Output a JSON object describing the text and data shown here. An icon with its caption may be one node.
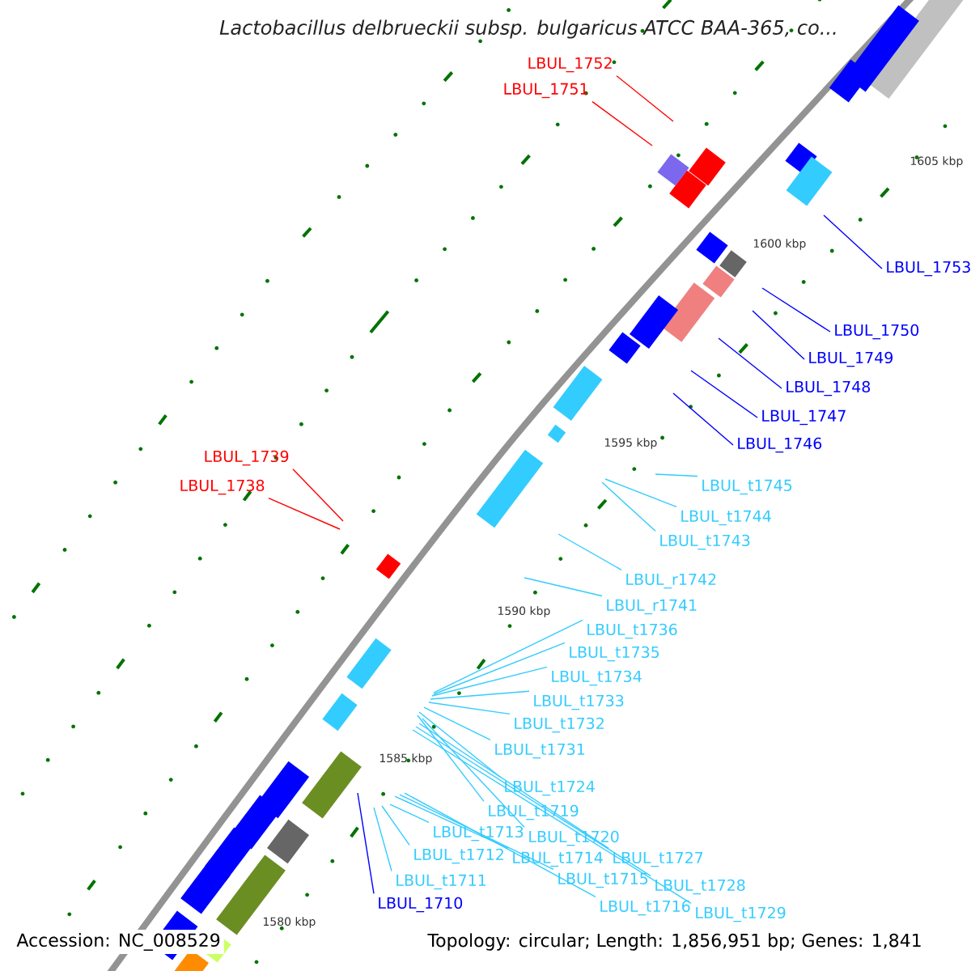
{
  "diagram": {
    "title": "Lactobacillus delbrueckii subsp. bulgaricus ATCC BAA-365, co...",
    "nodes": [
      {
        "text": [
          "LBUL_1752"
        ]
      },
      {
        "text": [
          "LBUL_1751"
        ]
      },
      {
        "text": [
          "LBUL_1753"
        ]
      },
      {
        "text": [
          "LBUL_1750"
        ]
      },
      {
        "text": [
          "LBUL_1749"
        ]
      },
      {
        "text": [
          "LBUL_1748"
        ]
      },
      {
        "text": [
          "LBUL_1747"
        ]
      },
      {
        "text": [
          "LBUL_1746"
        ]
      },
      {
        "text": [
          "LBUL_1739"
        ]
      },
      {
        "text": [
          "LBUL_1738"
        ]
      },
      {
        "text": [
          "LBUL_t1745"
        ]
      },
      {
        "text": [
          "LBUL_t1744"
        ]
      },
      {
        "text": [
          "LBUL_t1743"
        ]
      },
      {
        "text": [
          "LBUL_r1742"
        ]
      },
      {
        "text": [
          "LBUL_r1741"
        ]
      },
      {
        "text": [
          "LBUL_t1736"
        ]
      },
      {
        "text": [
          "LBUL_t1735"
        ]
      },
      {
        "text": [
          "LBUL_t1734"
        ]
      },
      {
        "text": [
          "LBUL_t1733"
        ]
      },
      {
        "text": [
          "LBUL_t1732"
        ]
      },
      {
        "text": [
          "LBUL_t1731"
        ]
      },
      {
        "text": [
          "LBUL_t1724"
        ]
      },
      {
        "text": [
          "LBUL_t1719"
        ]
      },
      {
        "text": [
          "LBUL_t1713"
        ]
      },
      {
        "text": [
          "LBUL_t1720"
        ]
      },
      {
        "text": [
          "LBUL_t1712"
        ]
      },
      {
        "text": [
          "LBUL_t1714"
        ]
      },
      {
        "text": [
          "LBUL_t1727"
        ]
      },
      {
        "text": [
          "LBUL_t1711"
        ]
      },
      {
        "text": [
          "LBUL_t1715"
        ]
      },
      {
        "text": [
          "LBUL_t1728"
        ]
      },
      {
        "text": [
          "LBUL_1710"
        ]
      },
      {
        "text": [
          "LBUL_t1716"
        ]
      },
      {
        "text": [
          "LBUL_t1729"
        ]
      }
    ],
    "edges": [
      {
        "from": 0,
        "to": null,
        "arrow": "none",
        "color": "#ff0000"
      },
      {
        "from": 1,
        "to": null,
        "arrow": "none",
        "color": "#ff0000"
      },
      {
        "from": 2,
        "to": null,
        "arrow": "none",
        "color": "#0000ff"
      },
      {
        "from": 3,
        "to": null,
        "arrow": "none",
        "color": "#0000ff"
      },
      {
        "from": 4,
        "to": null,
        "arrow": "none",
        "color": "#0000ff"
      },
      {
        "from": 5,
        "to": null,
        "arrow": "none",
        "color": "#0000ff"
      },
      {
        "from": 6,
        "to": null,
        "arrow": "none",
        "color": "#0000ff"
      },
      {
        "from": 7,
        "to": null,
        "arrow": "none",
        "color": "#0000ff"
      },
      {
        "from": 8,
        "to": null,
        "arrow": "none",
        "color": "#ff0000"
      },
      {
        "from": 9,
        "to": null,
        "arrow": "none",
        "color": "#ff0000"
      },
      {
        "from": 10,
        "to": null,
        "arrow": "none"
      },
      {
        "from": 11,
        "to": null,
        "arrow": "none"
      },
      {
        "from": 12,
        "to": null,
        "arrow": "none"
      },
      {
        "from": 13,
        "to": null,
        "arrow": "none"
      },
      {
        "from": 14,
        "to": null,
        "arrow": "none"
      },
      {
        "from": 15,
        "to": null,
        "arrow": "none"
      },
      {
        "from": 16,
        "to": null,
        "arrow": "none"
      },
      {
        "from": 17,
        "to": null,
        "arrow": "none"
      },
      {
        "from": 18,
        "to": null,
        "arrow": "none"
      },
      {
        "from": 19,
        "to": null,
        "arrow": "none"
      },
      {
        "from": 20,
        "to": null,
        "arrow": "none"
      },
      {
        "from": 21,
        "to": null,
        "arrow": "none"
      },
      {
        "from": 22,
        "to": null,
        "arrow": "none"
      },
      {
        "from": 23,
        "to": null,
        "arrow": "none"
      },
      {
        "from": 24,
        "to": null,
        "arrow": "none"
      },
      {
        "from": 25,
        "to": null,
        "arrow": "none"
      },
      {
        "from": 26,
        "to": null,
        "arrow": "none"
      },
      {
        "from": 27,
        "to": null,
        "arrow": "none"
      },
      {
        "from": 28,
        "to": null,
        "arrow": "none"
      },
      {
        "from": 29,
        "to": null,
        "arrow": "none"
      },
      {
        "from": 30,
        "to": null,
        "arrow": "none"
      },
      {
        "from": 31,
        "to": null,
        "arrow": "none",
        "color": "#0000ff"
      },
      {
        "from": 32,
        "to": null,
        "arrow": "none"
      },
      {
        "from": 33,
        "to": null,
        "arrow": "none"
      }
    ],
    "labels": [
      "1605 kbp",
      "1600 kbp",
      "1595 kbp",
      "1590 kbp",
      "1585 kbp",
      "1580 kbp",
      "Accession: NC_008529",
      "Topology: circular; Length: 1,856,951 bp; Genes: 1,841"
    ]
  }
}
